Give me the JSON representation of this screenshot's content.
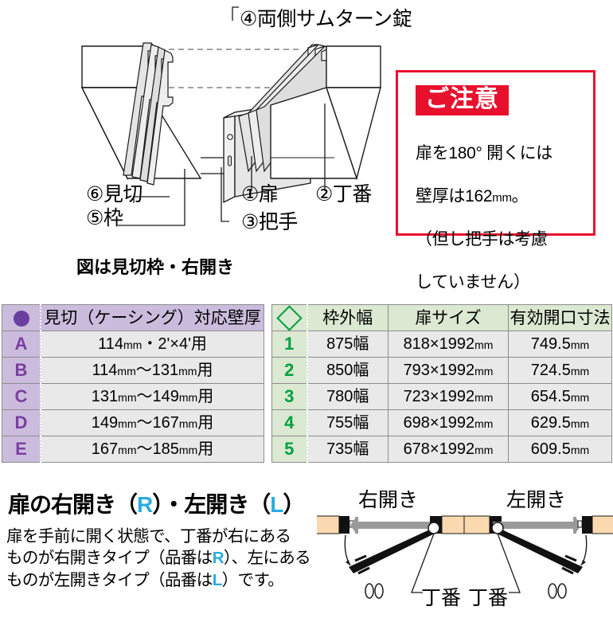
{
  "illustration": {
    "caption": "図は見切枠・右開き",
    "callouts": [
      {
        "id": "callout-4",
        "text": "④両側サムターン錠"
      },
      {
        "id": "callout-6",
        "text": "⑥見切"
      },
      {
        "id": "callout-5",
        "text": "⑤枠"
      },
      {
        "id": "callout-1",
        "text": "①扉"
      },
      {
        "id": "callout-3",
        "text": "③把手"
      },
      {
        "id": "callout-2",
        "text": "②丁番"
      }
    ]
  },
  "caution": {
    "title": "ご注意",
    "body_line1": "扉を180° 開くには",
    "body_line2_pre": "壁厚は162",
    "body_line2_unit": "mm",
    "body_line2_post": "。",
    "body_line3": "（但し把手は考慮",
    "body_line4": "していません）",
    "border_color": "#e8112d",
    "title_bg": "#e8112d"
  },
  "table_left": {
    "accent_color": "#6b3fa0",
    "header_bg": "#cbbcdd",
    "key_icon": "filled-circle",
    "header_label": "見切（ケーシング）対応壁厚",
    "rows": [
      {
        "key": "A",
        "value_pre": "114",
        "unit1": "mm",
        "value_post": "・2'×4'用",
        "value_mid": "",
        "unit2": ""
      },
      {
        "key": "B",
        "value_pre": "114",
        "unit1": "mm",
        "value_mid": "～131",
        "unit2": "mm",
        "value_post": "用"
      },
      {
        "key": "C",
        "value_pre": "131",
        "unit1": "mm",
        "value_mid": "～149",
        "unit2": "mm",
        "value_post": "用"
      },
      {
        "key": "D",
        "value_pre": "149",
        "unit1": "mm",
        "value_mid": "～167",
        "unit2": "mm",
        "value_post": "用"
      },
      {
        "key": "E",
        "value_pre": "167",
        "unit1": "mm",
        "value_mid": "～185",
        "unit2": "mm",
        "value_post": "用"
      }
    ]
  },
  "table_right": {
    "accent_color": "#00a040",
    "header_bg": "#dbe8d2",
    "key_icon": "outline-diamond",
    "headers": [
      "枠外幅",
      "扉サイズ",
      "有効開口寸法"
    ],
    "rows": [
      {
        "key": "1",
        "outer_width": "875幅",
        "door_size": "818×1992",
        "door_unit": "mm",
        "opening": "749.5",
        "opening_unit": "mm"
      },
      {
        "key": "2",
        "outer_width": "850幅",
        "door_size": "793×1992",
        "door_unit": "mm",
        "opening": "724.5",
        "opening_unit": "mm"
      },
      {
        "key": "3",
        "outer_width": "780幅",
        "door_size": "723×1992",
        "door_unit": "mm",
        "opening": "654.5",
        "opening_unit": "mm"
      },
      {
        "key": "4",
        "outer_width": "755幅",
        "door_size": "698×1992",
        "door_unit": "mm",
        "opening": "629.5",
        "opening_unit": "mm"
      },
      {
        "key": "5",
        "outer_width": "735幅",
        "door_size": "678×1992",
        "door_unit": "mm",
        "opening": "609.5",
        "opening_unit": "mm"
      }
    ]
  },
  "swing_section": {
    "heading_a": "扉の右開き（",
    "heading_r": "R",
    "heading_b": "）・左開き（",
    "heading_l": "L",
    "heading_c": "）",
    "body_line1": "扉を手前に開く状態で、丁番が右にある",
    "body_line2_a": "ものが右開きタイプ（品番は",
    "body_line2_r": "R",
    "body_line2_b": "）、左にある",
    "body_line3_a": "ものが左開きタイプ（品番は",
    "body_line3_l": "L",
    "body_line3_b": "）です。",
    "accent_color": "#29abe2",
    "diagram_right_title": "右開き",
    "diagram_left_title": "左開き",
    "hinge_label_right": "丁番",
    "hinge_label_left": "丁番",
    "wall_color": "#fad9b0",
    "frame_color": "#000000",
    "door_color": "#9a9a9a"
  }
}
